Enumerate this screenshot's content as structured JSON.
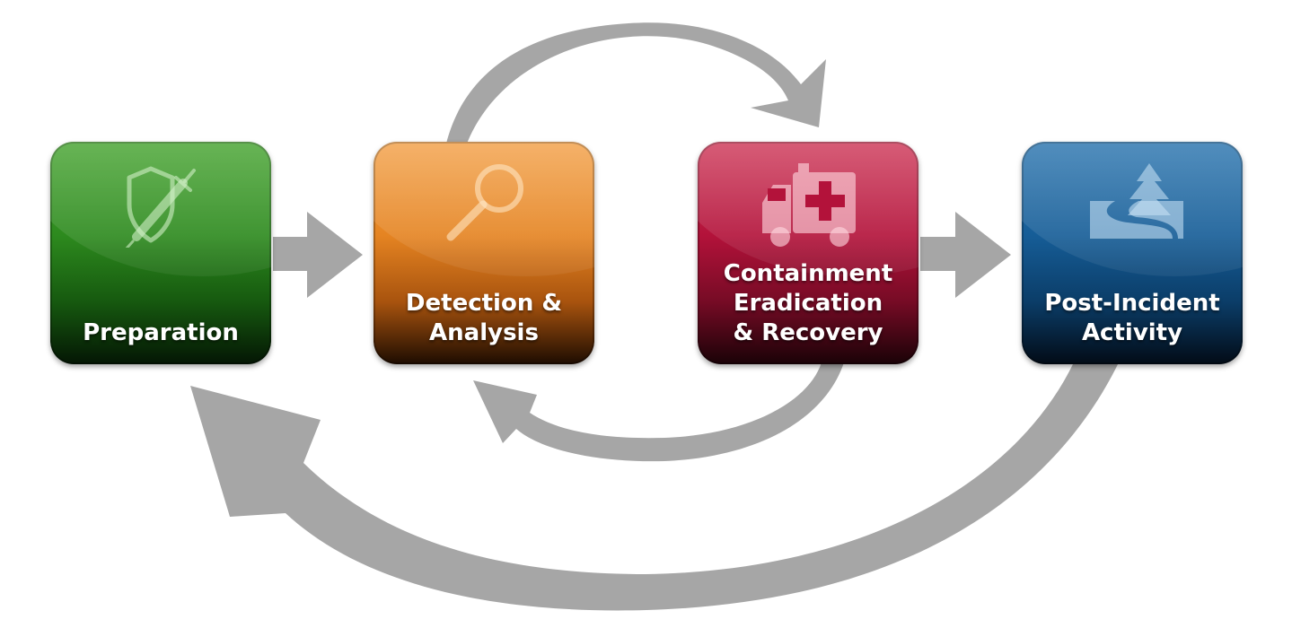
{
  "phases": [
    {
      "lines": [
        "Preparation"
      ],
      "icon": "shield-syringe-icon",
      "color": "#2d8a1e"
    },
    {
      "lines": [
        "Detection &",
        "Analysis"
      ],
      "icon": "magnifier-icon",
      "color": "#e58422"
    },
    {
      "lines": [
        "Containment",
        "Eradication",
        "& Recovery"
      ],
      "icon": "ambulance-icon",
      "color": "#b3123a"
    },
    {
      "lines": [
        "Post-Incident",
        "Activity"
      ],
      "icon": "road-tree-icon",
      "color": "#165d97"
    }
  ],
  "arrow_color": "#a6a6a6"
}
